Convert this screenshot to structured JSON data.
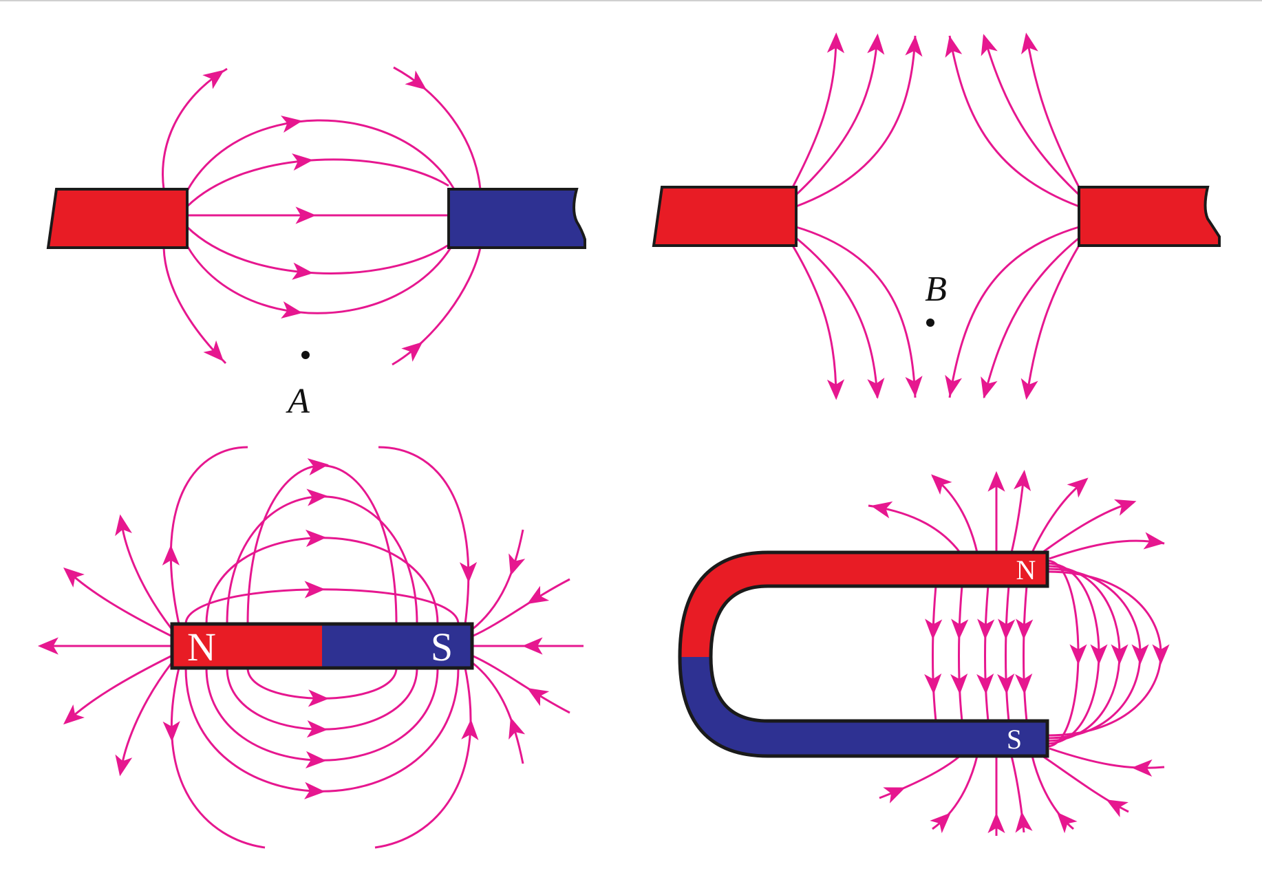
{
  "colors": {
    "field_line": "#e6178f",
    "north_pole": "#e81c25",
    "south_pole": "#2e3192",
    "outline": "#1a1a1a",
    "label_on_magnet": "#ffffff",
    "text": "#111111",
    "background": "#ffffff"
  },
  "panels": [
    {
      "id": "opposite-poles",
      "point_label": "A"
    },
    {
      "id": "like-poles",
      "point_label": "B"
    },
    {
      "id": "bar-magnet",
      "north_label": "N",
      "south_label": "S"
    },
    {
      "id": "horseshoe-magnet",
      "north_label": "N",
      "south_label": "S"
    }
  ]
}
